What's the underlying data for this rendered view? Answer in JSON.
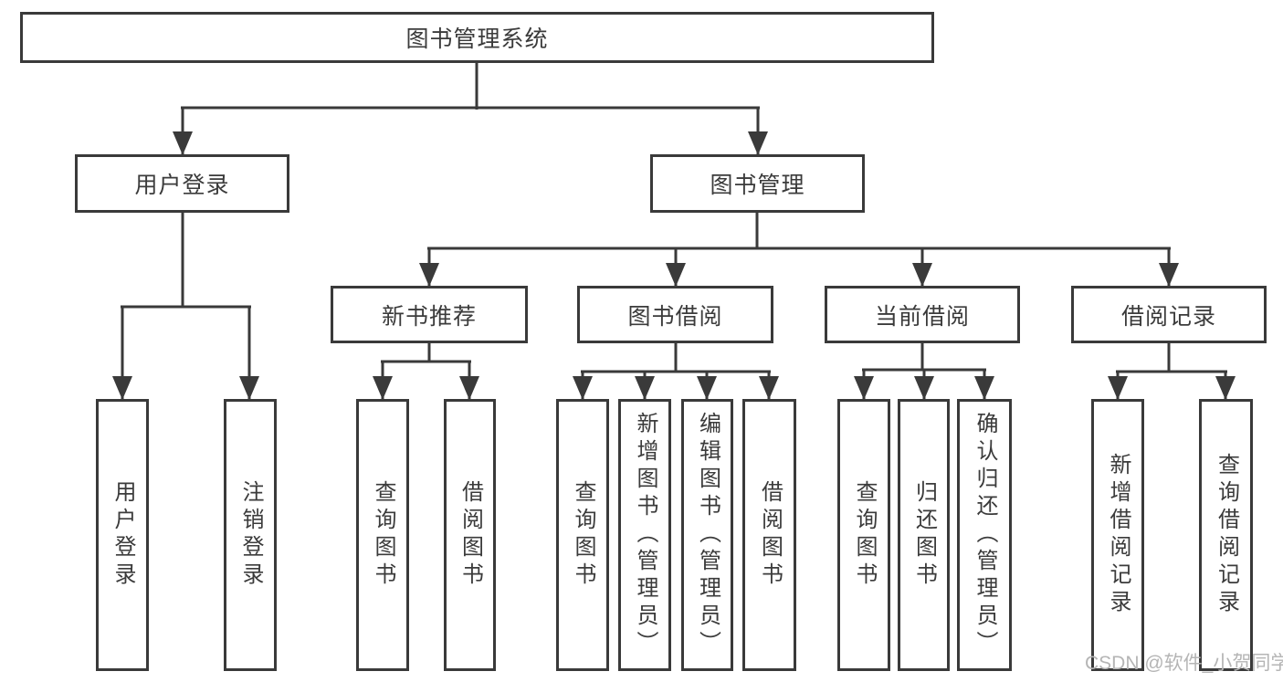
{
  "diagram": {
    "title": "图书管理系统",
    "root": {
      "label": "图书管理系统"
    },
    "level2": [
      {
        "label": "用户登录"
      },
      {
        "label": "图书管理"
      }
    ],
    "level3": [
      {
        "label": "新书推荐",
        "parent": "图书管理"
      },
      {
        "label": "图书借阅",
        "parent": "图书管理"
      },
      {
        "label": "当前借阅",
        "parent": "图书管理"
      },
      {
        "label": "借阅记录",
        "parent": "图书管理"
      }
    ],
    "leaves": [
      {
        "label": "用户登录",
        "parent": "用户登录"
      },
      {
        "label": "注销登录",
        "parent": "用户登录"
      },
      {
        "label": "查询图书",
        "parent": "新书推荐"
      },
      {
        "label": "借阅图书",
        "parent": "新书推荐"
      },
      {
        "label": "查询图书",
        "parent": "图书借阅"
      },
      {
        "label": "新增图书（管理员）",
        "parent": "图书借阅"
      },
      {
        "label": "编辑图书（管理员）",
        "parent": "图书借阅"
      },
      {
        "label": "借阅图书",
        "parent": "图书借阅"
      },
      {
        "label": "查询图书",
        "parent": "当前借阅"
      },
      {
        "label": "归还图书",
        "parent": "当前借阅"
      },
      {
        "label": "确认归还（管理员）",
        "parent": "当前借阅"
      },
      {
        "label": "新增借阅记录",
        "parent": "借阅记录"
      },
      {
        "label": "查询借阅记录",
        "parent": "借阅记录"
      }
    ]
  },
  "watermark": {
    "text": "CSDN @软件_小贺同学"
  },
  "colors": {
    "line": "#3a3a3a",
    "text": "#3b3b3b",
    "box_fill": "#ffffff",
    "background": "#ffffff",
    "watermark": "#b5b5b5"
  }
}
